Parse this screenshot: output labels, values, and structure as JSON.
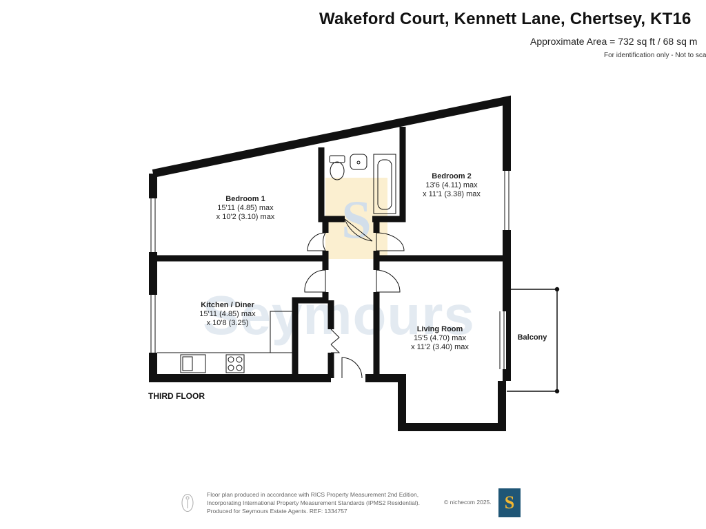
{
  "header": {
    "title": "Wakeford Court, Kennett Lane, Chertsey, KT16",
    "area": "Approximate Area = 732 sq ft / 68 sq m",
    "note": "For identification only - Not to scale"
  },
  "watermark": {
    "text": "Seymours",
    "logo_letter": "S"
  },
  "rooms": {
    "bedroom1": {
      "name": "Bedroom 1",
      "dim1": "15'11 (4.85) max",
      "dim2": "x 10'2 (3.10) max"
    },
    "bedroom2": {
      "name": "Bedroom 2",
      "dim1": "13'6 (4.11) max",
      "dim2": "x 11'1 (3.38) max"
    },
    "kitchen": {
      "name": "Kitchen / Diner",
      "dim1": "15'11 (4.85) max",
      "dim2": "x 10'8 (3.25)"
    },
    "living": {
      "name": "Living Room",
      "dim1": "15'5 (4.70) max",
      "dim2": "x 11'2 (3.40) max"
    },
    "balcony": {
      "name": "Balcony"
    }
  },
  "floor_label": "THIRD FLOOR",
  "footer": {
    "line1": "Floor plan produced in accordance with RICS Property Measurement 2nd Edition,",
    "line2": "Incorporating International Property Measurement Standards (IPMS2 Residential).",
    "line3": "Produced for Seymours Estate Agents.   REF: 1334757",
    "copyright": "© nichecom 2025.",
    "logo_letter": "S"
  },
  "colors": {
    "wall": "#111111",
    "watermark": "#cdd9e6",
    "logo_bg": "#1f5676",
    "logo_fg": "#f1b631"
  }
}
